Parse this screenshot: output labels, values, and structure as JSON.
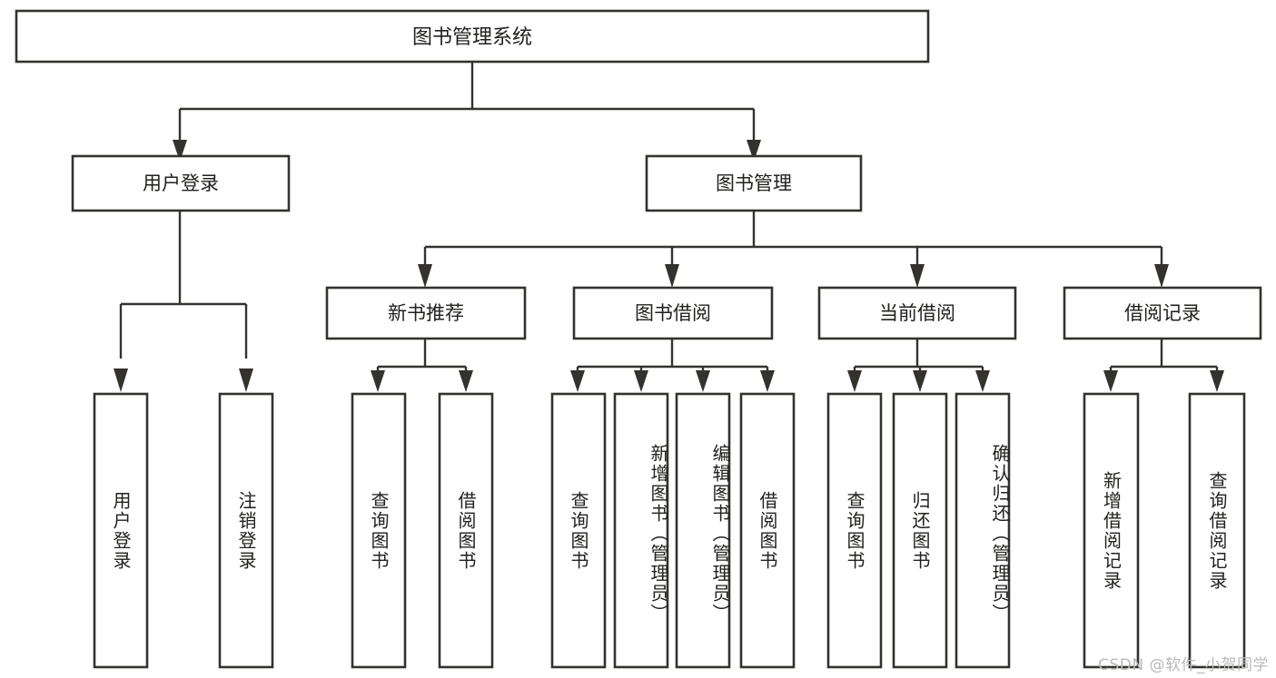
{
  "diagram": {
    "title": "图书管理系统",
    "type": "tree-hierarchy",
    "watermark": "CSDN @软件_小贺同学",
    "colors": {
      "stroke": "#33322f",
      "fill": "#ffffff",
      "text": "#22211f",
      "watermark": "#b9b9b9",
      "background": "#ffffff"
    },
    "root": {
      "label": "图书管理系统"
    },
    "level1": [
      {
        "label": "用户登录"
      },
      {
        "label": "图书管理"
      }
    ],
    "level2": [
      {
        "label": "新书推荐"
      },
      {
        "label": "图书借阅"
      },
      {
        "label": "当前借阅"
      },
      {
        "label": "借阅记录"
      }
    ],
    "leaves": {
      "user_login": [
        {
          "label": "用户登录"
        },
        {
          "label": "注销登录"
        }
      ],
      "new_book": [
        {
          "label": "查询图书"
        },
        {
          "label": "借阅图书"
        }
      ],
      "book_borrow": [
        {
          "label": "查询图书"
        },
        {
          "label": "新增图书（管理员）"
        },
        {
          "label": "编辑图书（管理员）"
        },
        {
          "label": "借阅图书"
        }
      ],
      "current_borrow": [
        {
          "label": "查询图书"
        },
        {
          "label": "归还图书"
        },
        {
          "label": "确认归还（管理员）"
        }
      ],
      "borrow_record": [
        {
          "label": "新增借阅记录"
        },
        {
          "label": "查询借阅记录"
        }
      ]
    }
  }
}
